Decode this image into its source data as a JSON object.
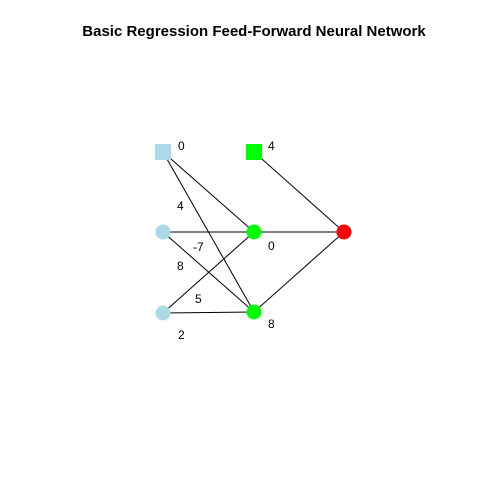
{
  "title": "Basic Regression Feed-Forward Neural Network",
  "colors": {
    "input": "#add8e6",
    "hidden": "#00ff00",
    "output": "#ff0000",
    "bias_input": "#add8e6",
    "bias_hidden": "#00ff00"
  },
  "nodes": {
    "bias1": {
      "label": "0"
    },
    "bias2": {
      "label": "4"
    },
    "hidden1": {
      "label": "0"
    },
    "hidden2": {
      "label": "8"
    },
    "input2": {
      "label": "2"
    }
  },
  "weights": {
    "w_a": "4",
    "w_b": "-7",
    "w_c": "8",
    "w_d": "5"
  }
}
